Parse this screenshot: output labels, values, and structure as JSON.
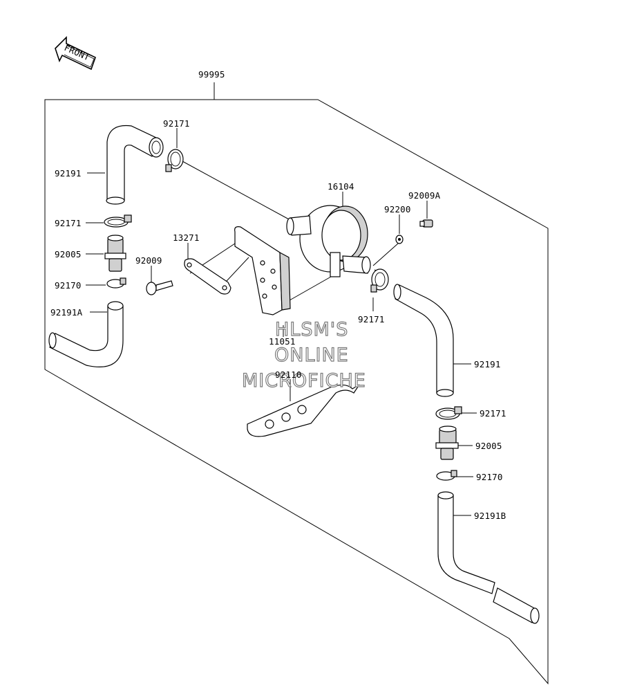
{
  "front_arrow": {
    "label": "FRONT"
  },
  "watermark": {
    "lines": [
      "HLSM'S",
      "ONLINE",
      "MICROFICHE"
    ]
  },
  "callouts": {
    "assembly": "99995",
    "clamp_top": "92171",
    "hose_top_left": "92191",
    "valve": "16104",
    "screw_small": "92009A",
    "washer": "92200",
    "clamp_left_1": "92171",
    "plate": "13271",
    "fitting_left": "92005",
    "bolt": "92009",
    "clamp_left_small": "92170",
    "hose_left_lower": "92191A",
    "clamp_right_upper": "92171",
    "bracket_main": "11051",
    "bracket_lower": "92110",
    "hose_right_upper": "92191",
    "clamp_right_lower": "92171",
    "fitting_right": "92005",
    "clamp_right_small": "92170",
    "hose_right_lower": "92191B"
  }
}
